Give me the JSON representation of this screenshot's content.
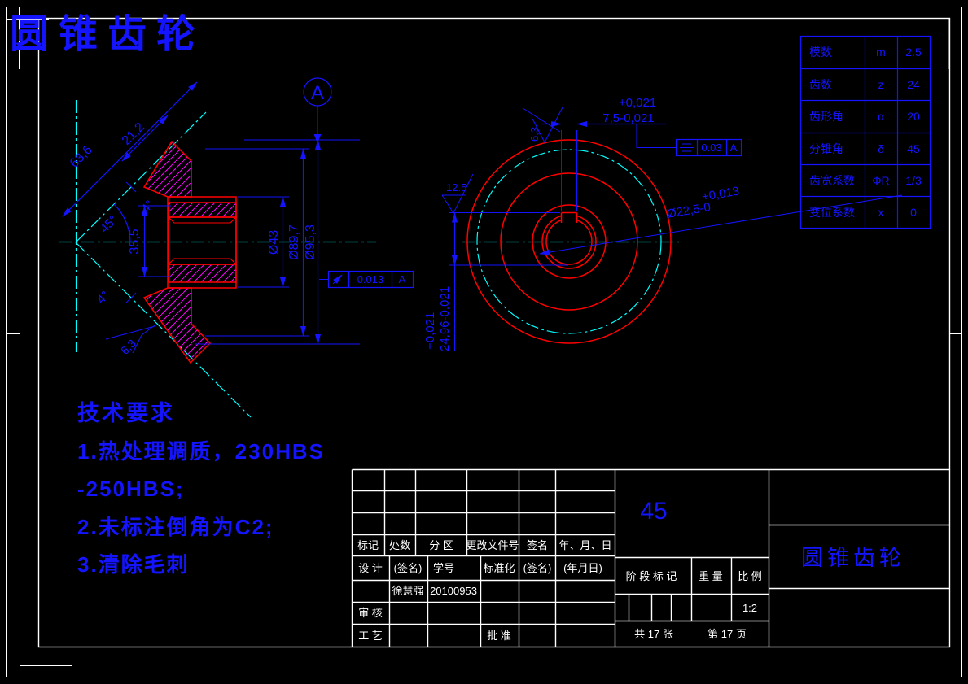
{
  "title_overlay": "圆锥齿轮",
  "param_table": {
    "rows": [
      {
        "label": "模数",
        "symbol": "m",
        "value": "2.5"
      },
      {
        "label": "齿数",
        "symbol": "z",
        "value": "24"
      },
      {
        "label": "齿形角",
        "symbol": "α",
        "value": "20"
      },
      {
        "label": "分锥角",
        "symbol": "δ",
        "value": "45"
      },
      {
        "label": "齿宽系数",
        "symbol": "ΦR",
        "value": "1/3"
      },
      {
        "label": "变位系数",
        "symbol": "x",
        "value": "0"
      }
    ]
  },
  "tech": {
    "heading": "技术要求",
    "items": [
      "1.热处理调质，230HBS",
      "-250HBS;",
      "2.未标注倒角为C2;",
      "3.清除毛刺"
    ]
  },
  "left_view": {
    "view_label": "A",
    "dim_63_6": "63,6",
    "dim_21_2": "21,2",
    "angle_45": "45°",
    "angle_4_top": "4°",
    "angle_4_bottom": "4°",
    "dim_35_5": "35,5",
    "dia_43": "Ø43",
    "dia_89_7": "Ø89,7",
    "dia_95_3": "Ø95,3",
    "roughness_bottom": "6,3",
    "runout": {
      "value": "0.013",
      "datum": "A"
    }
  },
  "right_view": {
    "keyway_tol_upper": "+0,021",
    "keyway_width": "7,5-0,021",
    "roughness_keyway": "6,3",
    "roughness_left": "12.5",
    "keyway_depth_tol": "+0,021",
    "keyway_depth": "24,96-0,021",
    "bore_tol": "+0,013",
    "bore_dia": "Ø22,5-0",
    "symmetry": {
      "value": "0.03",
      "datum": "A"
    }
  },
  "title_block": {
    "mark": "标记",
    "count": "处数",
    "zone": "分  区",
    "doc_no": "更改文件号",
    "sign": "签名",
    "date": "年、月、日",
    "design": "设  计",
    "sign_hint": "(签名)",
    "id_label": "学号",
    "standardization": "标准化",
    "sign_hint2": "(签名)",
    "date_hint": "(年月日)",
    "designer_name": "徐慧强",
    "student_id": "20100953",
    "review": "审  核",
    "process": "工  艺",
    "approve": "批  准",
    "material": "45",
    "stage_mark": "阶  段  标  记",
    "weight": "重  量",
    "scale_label": "比  例",
    "scale_value": "1:2",
    "sheet_total": "共 17 张",
    "sheet_page": "第 17 页",
    "part_name": "圆锥齿轮"
  }
}
